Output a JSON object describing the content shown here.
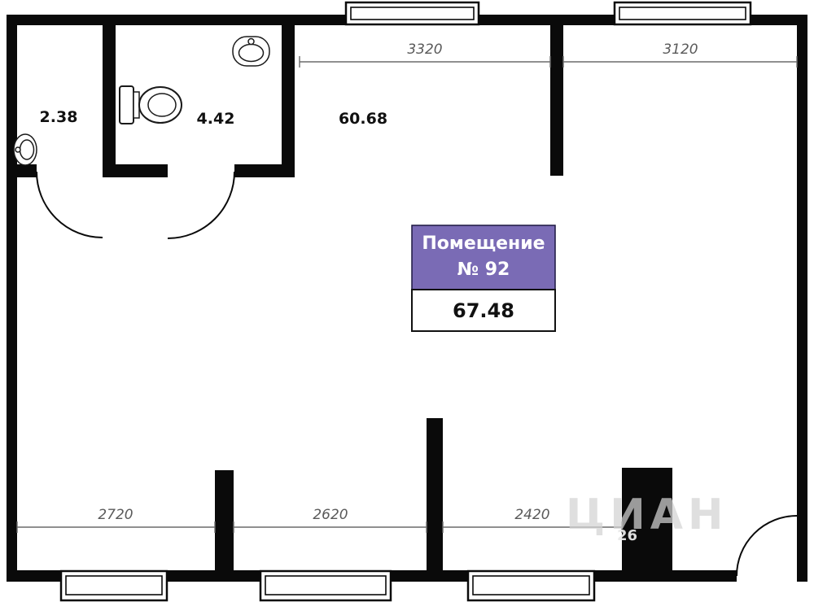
{
  "rooms": [
    {
      "label": "2.38"
    },
    {
      "label": "4.42"
    },
    {
      "label": "60.68"
    }
  ],
  "info_box": {
    "title": "Помещение",
    "number": "№ 92",
    "area": "67.48"
  },
  "dimensions": {
    "top": [
      "3320",
      "3120"
    ],
    "bottom": [
      "2720",
      "2620",
      "2420"
    ]
  },
  "watermark": {
    "brand": "ЦИАН",
    "fragment": "26"
  },
  "colors": {
    "wall": "#0a0a0a",
    "accent_purple": "#7a6bb5",
    "dimension_text": "#5a5a5a",
    "watermark_gray": "#d4d4d4"
  }
}
